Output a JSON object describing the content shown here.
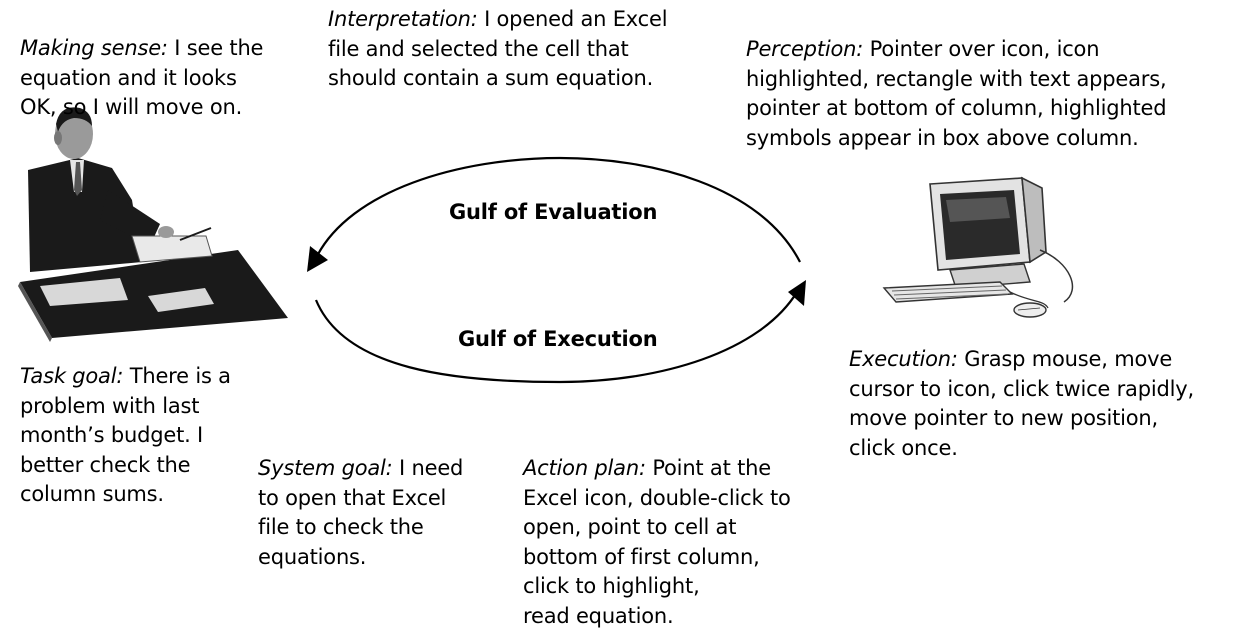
{
  "gulfs": {
    "evaluation": "Gulf of Evaluation",
    "execution": "Gulf of Execution"
  },
  "notes": {
    "making_sense": {
      "label": "Making sense:",
      "lines": [
        " I see the",
        "equation and it looks",
        "OK, so I will move on."
      ]
    },
    "interpretation": {
      "label": "Interpretation:",
      "lines": [
        " I opened an Excel",
        "file and selected the cell that",
        "should contain a sum equation."
      ]
    },
    "perception": {
      "label": "Perception:",
      "lines": [
        " Pointer over icon, icon",
        "highlighted, rectangle with text appears,",
        "pointer at bottom of column, highlighted",
        "symbols appear in box above column."
      ]
    },
    "task_goal": {
      "label": "Task goal:",
      "lines": [
        " There is a",
        "problem with last",
        "month’s budget. I",
        "better check the",
        "column sums."
      ]
    },
    "system_goal": {
      "label": "System goal:",
      "lines": [
        " I need",
        "to open that Excel",
        "file to check the",
        "equations."
      ]
    },
    "action_plan": {
      "label": "Action plan:",
      "lines": [
        " Point at the",
        "Excel icon, double-click to",
        "open, point to cell at",
        "bottom of first column,",
        "click to highlight,",
        "read equation."
      ]
    },
    "execution": {
      "label": "Execution:",
      "lines": [
        " Grasp mouse, move",
        "cursor to icon, click twice rapidly,",
        "move pointer to new position,",
        "click once."
      ]
    }
  },
  "icons": {
    "person": "businessman-at-desk-icon",
    "computer": "desktop-computer-icon"
  },
  "colors": {
    "ink": "#000000",
    "background": "#ffffff",
    "figure_dark": "#1a1a1a",
    "figure_mid": "#777777",
    "figure_light": "#d8d8d8"
  }
}
